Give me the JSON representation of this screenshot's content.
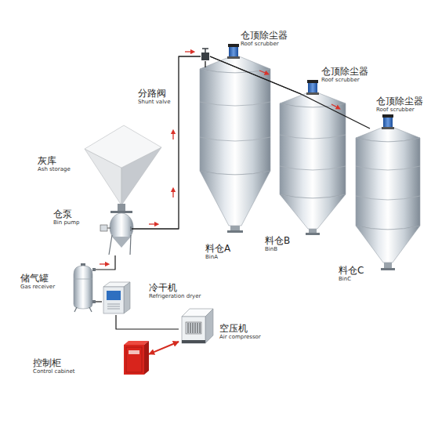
{
  "diagram": {
    "nodes": [
      {
        "text": [
          "仓顶除尘器",
          "Roof scrubber"
        ]
      },
      {
        "text": [
          "分路阀",
          "Shunt valve"
        ]
      },
      {
        "text": [
          "仓顶除尘器",
          "Roof scrubber"
        ]
      },
      {
        "text": [
          "仓顶除尘器",
          "Roof scrubber"
        ]
      },
      {
        "text": [
          "灰库",
          "Ash storage"
        ]
      },
      {
        "text": [
          "仓泵",
          "Bin pump"
        ]
      },
      {
        "text": [
          "料仓A",
          "BinA"
        ]
      },
      {
        "text": [
          "料仓B",
          "BinB"
        ]
      },
      {
        "text": [
          "料仓C",
          "BinC"
        ]
      },
      {
        "text": [
          "储气罐",
          "Gas receiver"
        ]
      },
      {
        "text": [
          "冷干机",
          "Refrigeration dryer"
        ]
      },
      {
        "text": [
          "空压机",
          "Air compressor"
        ]
      },
      {
        "text": [
          "控制柜",
          "Control cabinet"
        ]
      }
    ],
    "edges": [
      {
        "from": 5,
        "to": 1,
        "arrow": "none"
      },
      {
        "from": 1,
        "to": 6,
        "arrow": "none"
      },
      {
        "from": 1,
        "to": 7,
        "arrow": "none"
      },
      {
        "from": 1,
        "to": 8,
        "arrow": "none"
      },
      {
        "from": 9,
        "to": 5,
        "arrow": "none"
      },
      {
        "from": 10,
        "to": 9,
        "arrow": "none"
      },
      {
        "from": 11,
        "to": 10,
        "arrow": "none"
      },
      {
        "from": 12,
        "to": 11,
        "arrow": "both"
      }
    ]
  }
}
